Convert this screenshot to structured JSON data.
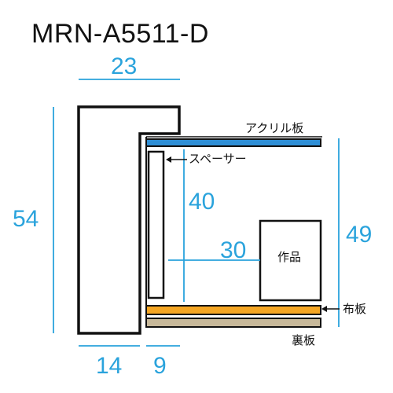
{
  "model": "MRN-A5511-D",
  "dimensions": {
    "frame_width": "23",
    "frame_height": "54",
    "bottom_left": "14",
    "bottom_right": "9",
    "spacer_height": "40",
    "artwork_depth": "30",
    "interior_height": "49"
  },
  "labels": {
    "acrylic": "アクリル板",
    "spacer": "スペーサー",
    "artwork": "作品",
    "cloth_board": "布板",
    "back_board": "裏板"
  },
  "colors": {
    "dimension": "#2aa3dc",
    "acrylic": "#2f8fd6",
    "cloth_board": "#f5a623",
    "back_board": "#c8b99a",
    "outline": "#111111"
  }
}
